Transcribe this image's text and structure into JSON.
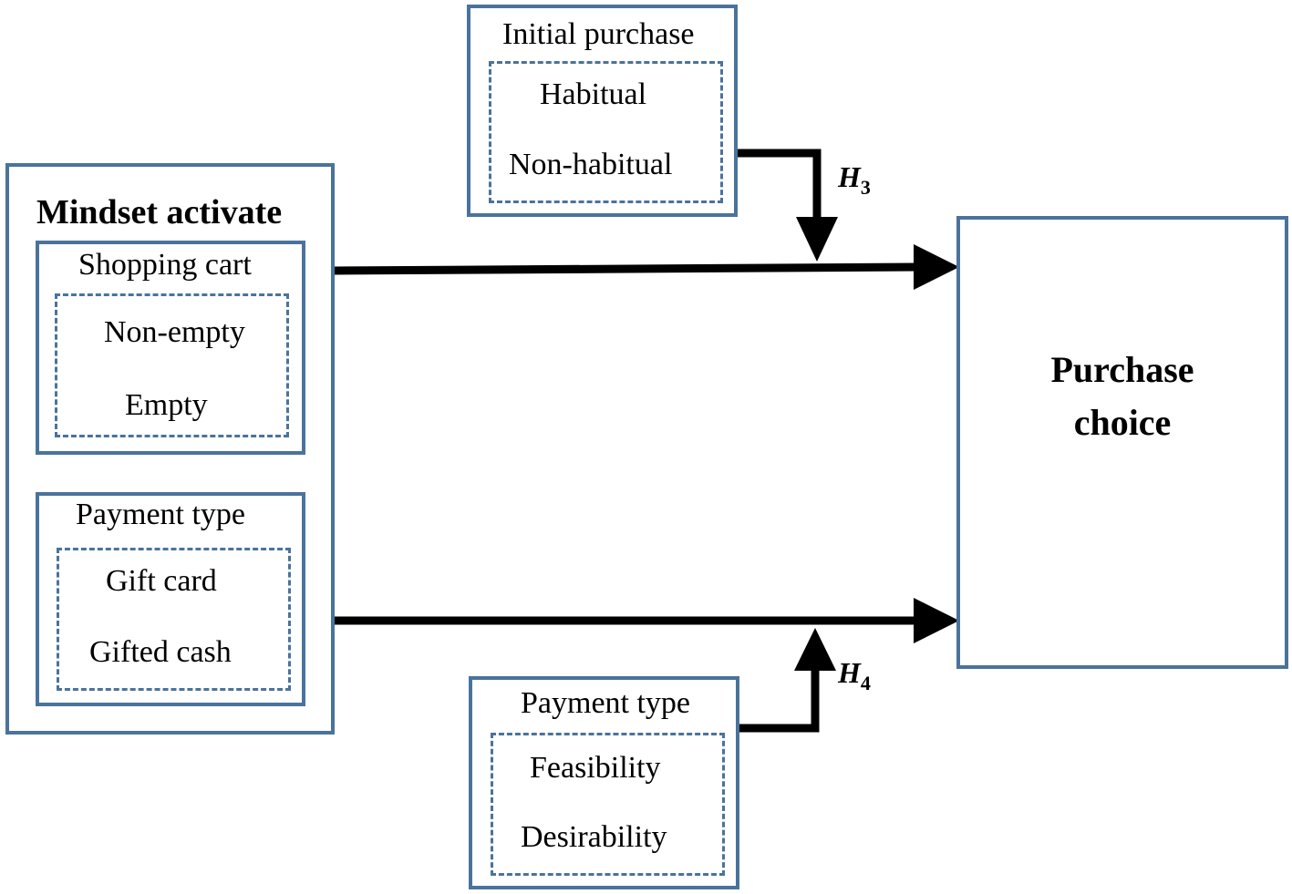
{
  "mindset": {
    "title": "Mindset activate",
    "shopping_cart": {
      "label": "Shopping cart",
      "levels": [
        "Non-empty",
        "Empty"
      ]
    },
    "payment_type": {
      "label": "Payment type",
      "levels": [
        "Gift card",
        "Gifted cash"
      ]
    }
  },
  "moderator_top": {
    "label": "Initial purchase",
    "levels": [
      "Habitual",
      "Non-habitual"
    ]
  },
  "moderator_bottom": {
    "label": "Payment type",
    "levels": [
      "Feasibility",
      "Desirability"
    ]
  },
  "outcome": {
    "line1": "Purchase",
    "line2": "choice"
  },
  "hypotheses": {
    "h3": {
      "letter": "H",
      "sub": "3"
    },
    "h4": {
      "letter": "H",
      "sub": "4"
    }
  },
  "colors": {
    "box_border": "#4a739c",
    "arrow": "#000000"
  }
}
